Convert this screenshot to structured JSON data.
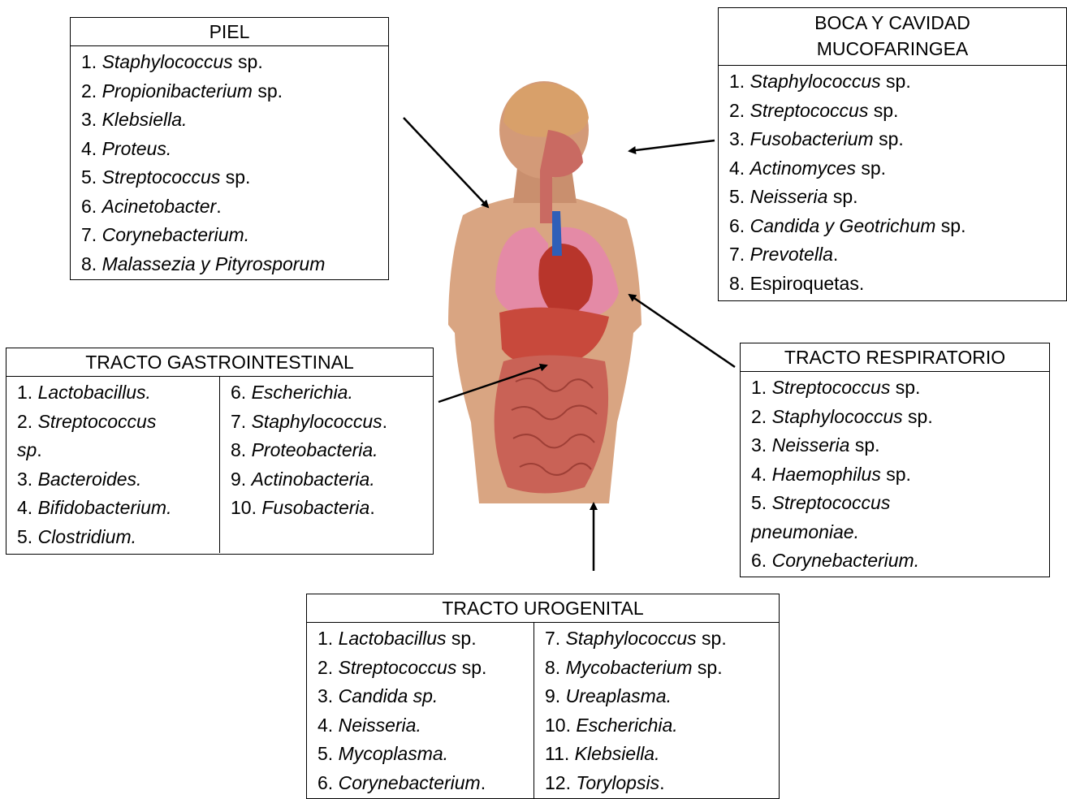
{
  "piel": {
    "title": "PIEL",
    "items": [
      {
        "num": "1. ",
        "name": "Staphylococcus",
        "rest": " sp."
      },
      {
        "num": "2. ",
        "name": "Propionibacterium",
        "rest": " sp."
      },
      {
        "num": "3. ",
        "name": "Klebsiella.",
        "rest": ""
      },
      {
        "num": "4. ",
        "name": "Proteus.",
        "rest": ""
      },
      {
        "num": "5. ",
        "name": "Streptococcus",
        "rest": " sp."
      },
      {
        "num": "6. ",
        "name": "Acinetobacter",
        "rest": "."
      },
      {
        "num": "7. ",
        "name": "Corynebacterium.",
        "rest": ""
      },
      {
        "num": "8. ",
        "name": "Malassezia y Pityrosporum",
        "rest": ""
      }
    ]
  },
  "boca": {
    "title_line1": "BOCA Y CAVIDAD",
    "title_line2": "MUCOFARINGEA",
    "items": [
      {
        "num": "1. ",
        "name": "Staphylococcus",
        "rest": " sp."
      },
      {
        "num": "2. ",
        "name": "Streptococcus",
        "rest": " sp."
      },
      {
        "num": "3. ",
        "name": "Fusobacterium",
        "rest": " sp."
      },
      {
        "num": "4. ",
        "name": "Actinomyces",
        "rest": " sp."
      },
      {
        "num": "5. ",
        "name": "Neisseria",
        "rest": " sp."
      },
      {
        "num": "6. ",
        "name": "Candida y Geotrichum",
        "rest": " sp."
      },
      {
        "num": "7. ",
        "name": "Prevotella",
        "rest": "."
      },
      {
        "num": "8. ",
        "name": "",
        "rest": "Espiroquetas."
      }
    ]
  },
  "gastro": {
    "title": "TRACTO GASTROINTESTINAL",
    "col1": [
      {
        "num": "1. ",
        "name": "Lactobacillus.",
        "rest": ""
      },
      {
        "num": "2. ",
        "name": "Streptococcus",
        "rest": ""
      },
      {
        "num": "",
        "name": "sp",
        "rest": "."
      },
      {
        "num": "3. ",
        "name": "Bacteroides.",
        "rest": ""
      },
      {
        "num": "4. ",
        "name": "Bifidobacterium.",
        "rest": ""
      },
      {
        "num": "5. ",
        "name": "Clostridium.",
        "rest": ""
      }
    ],
    "col2": [
      {
        "num": "6. ",
        "name": "Escherichia.",
        "rest": ""
      },
      {
        "num": "7. ",
        "name": "Staphylococcus",
        "rest": "."
      },
      {
        "num": "8. ",
        "name": "Proteobacteria.",
        "rest": ""
      },
      {
        "num": "9. ",
        "name": "Actinobacteria.",
        "rest": ""
      },
      {
        "num": "10. ",
        "name": "Fusobacteria",
        "rest": "."
      }
    ]
  },
  "resp": {
    "title": "TRACTO RESPIRATORIO",
    "items": [
      {
        "num": "1. ",
        "name": "Streptococcus",
        "rest": " sp."
      },
      {
        "num": "2. ",
        "name": "Staphylococcus",
        "rest": " sp."
      },
      {
        "num": "3. ",
        "name": "Neisseria",
        "rest": " sp."
      },
      {
        "num": "4. ",
        "name": "Haemophilus",
        "rest": " sp."
      },
      {
        "num": "5. ",
        "name": "Streptococcus",
        "rest": ""
      },
      {
        "num": "",
        "name": "pneumoniae.",
        "rest": ""
      },
      {
        "num": "6. ",
        "name": "Corynebacterium.",
        "rest": ""
      }
    ]
  },
  "uro": {
    "title": "TRACTO UROGENITAL",
    "col1": [
      {
        "num": "1. ",
        "name": "Lactobacillus",
        "rest": " sp."
      },
      {
        "num": "2. ",
        "name": "Streptococcus",
        "rest": " sp."
      },
      {
        "num": "3. ",
        "name": "Candida sp.",
        "rest": ""
      },
      {
        "num": "4. ",
        "name": "Neisseria.",
        "rest": ""
      },
      {
        "num": "5. ",
        "name": "Mycoplasma.",
        "rest": ""
      },
      {
        "num": "6. ",
        "name": "Corynebacterium",
        "rest": "."
      }
    ],
    "col2": [
      {
        "num": "7. ",
        "name": "Staphylococcus",
        "rest": " sp."
      },
      {
        "num": "8. ",
        "name": "Mycobacterium",
        "rest": " sp."
      },
      {
        "num": "9. ",
        "name": "Ureaplasma.",
        "rest": ""
      },
      {
        "num": "10. ",
        "name": "Escherichia.",
        "rest": ""
      },
      {
        "num": "11. ",
        "name": "Klebsiella.",
        "rest": ""
      },
      {
        "num": "12. ",
        "name": "Torylopsis",
        "rest": "."
      }
    ]
  },
  "colors": {
    "skin": "#d9a582",
    "lungs": "#e48aa6",
    "liver": "#c8493c",
    "intestine": "#c96256",
    "brain": "#d8a06a",
    "heart": "#b8352b",
    "vessel_blue": "#2f5fb8"
  }
}
